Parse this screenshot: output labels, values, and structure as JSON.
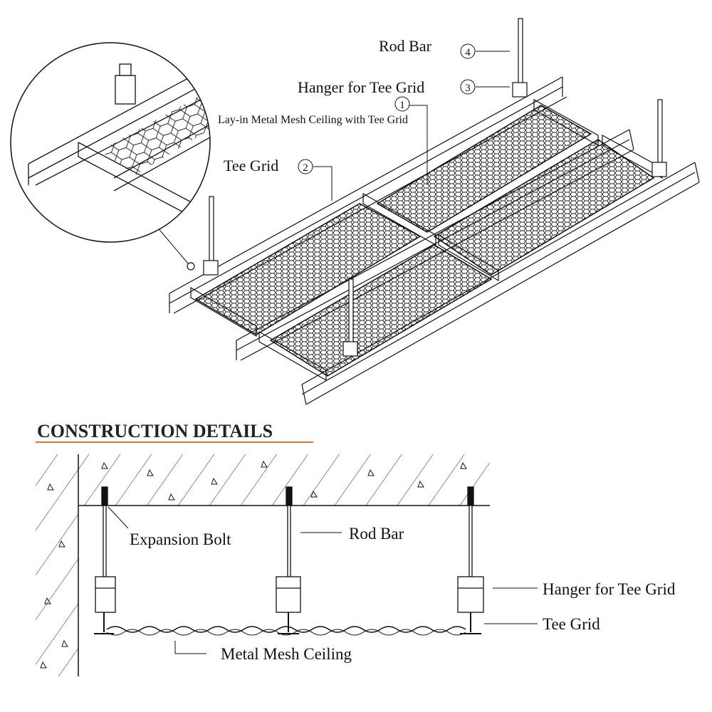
{
  "isometric": {
    "labels": {
      "rod_bar": "Rod Bar",
      "hanger": "Hanger for Tee Grid",
      "lay_in": "Lay-in Metal Mesh Ceiling with Tee Grid",
      "tee_grid": "Tee Grid"
    },
    "callouts": {
      "one": "1",
      "two": "2",
      "three": "3",
      "four": "4"
    }
  },
  "section": {
    "title": "CONSTRUCTION DETAILS",
    "title_underline_color": "#e07a2a",
    "labels": {
      "expansion_bolt": "Expansion Bolt",
      "rod_bar": "Rod Bar",
      "hanger": "Hanger for Tee Grid",
      "tee_grid": "Tee Grid",
      "mesh": "Metal Mesh Ceiling"
    }
  },
  "colors": {
    "line": "#111111",
    "background": "#ffffff"
  }
}
